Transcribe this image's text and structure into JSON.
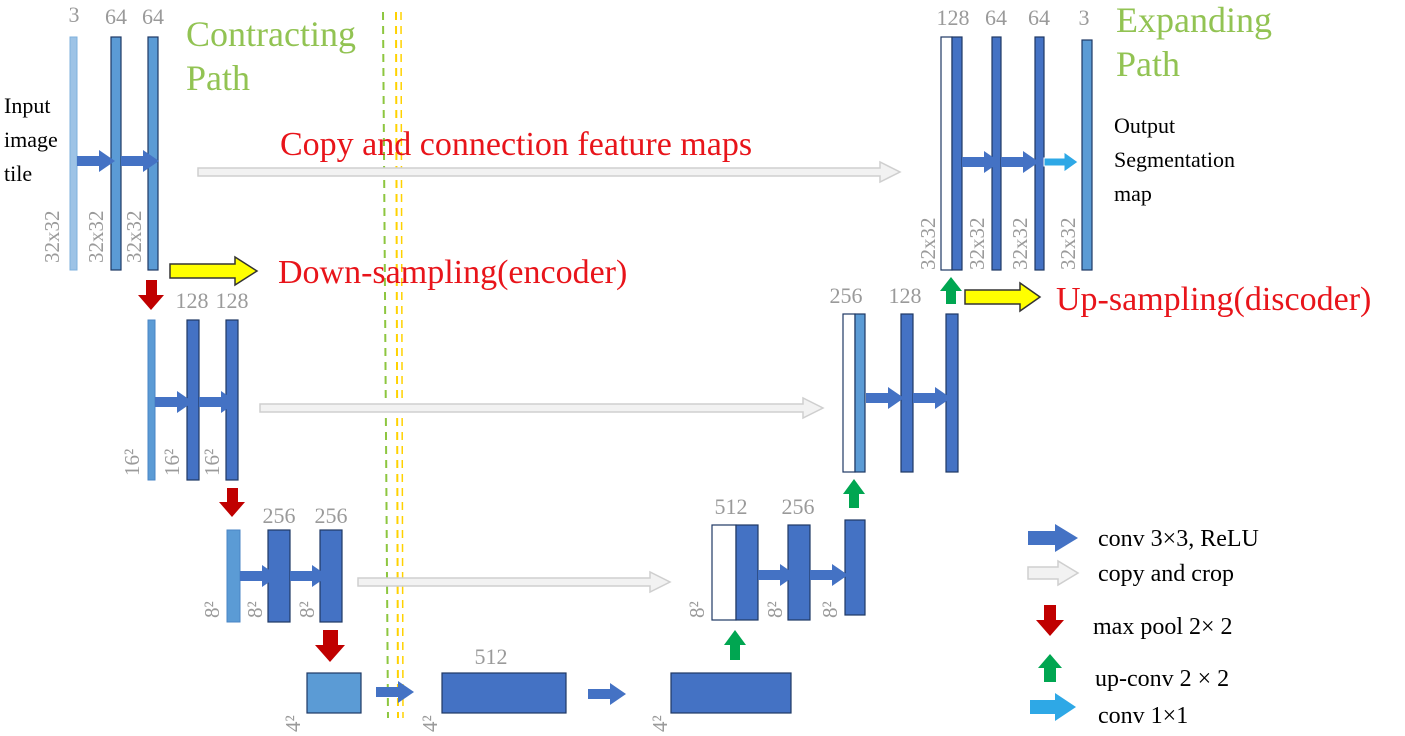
{
  "titles": {
    "contracting_line1": "Contracting",
    "contracting_line2": "Path",
    "expanding_line1": "Expanding",
    "expanding_line2": "Path"
  },
  "annotations": {
    "copy_connection": "Copy and connection feature maps",
    "down_sampling": "Down-sampling(encoder)",
    "up_sampling": "Up-sampling(discoder)"
  },
  "input_label": [
    "Input",
    "image",
    "tile"
  ],
  "output_label": [
    "Output",
    "Segmentation",
    "map"
  ],
  "channels": {
    "e1a": "3",
    "e1b": "64",
    "e1c": "64",
    "e2b": "128",
    "e2c": "128",
    "e3b": "256",
    "e3c": "256",
    "bottleneck": "512",
    "d3a": "512",
    "d3b": "256",
    "d2a": "256",
    "d2b": "128",
    "d1a": "128",
    "d1b": "64",
    "d1c": "64",
    "d1d": "3"
  },
  "dims": {
    "e1a": "32x32",
    "e1b": "32x32",
    "e1c": "32x32",
    "e2a": "16²",
    "e2b": "16²",
    "e2c": "16²",
    "e3a": "8²",
    "e3b": "8²",
    "e3c": "8²",
    "b1": "4²",
    "b2": "4²",
    "b3": "4²",
    "d3a": "8²",
    "d3b": "8²",
    "d3c": "8²",
    "d1a": "32x32",
    "d1b": "32x32",
    "d1c": "32x32",
    "d1d": "32x32"
  },
  "legend": {
    "conv": "conv 3×3, ReLU",
    "copy": "copy and crop",
    "maxpool": "max pool 2× 2",
    "upconv": "up-conv 2 × 2",
    "conv1": "conv 1×1"
  },
  "colors": {
    "dark_blue": "#4472c4",
    "light_blue": "#5b9bd5",
    "pale_blue": "#9dc3e6",
    "red_arrow": "#c00000",
    "green_arrow": "#00a651",
    "cyan_arrow": "#2ea8e6",
    "yellow_arrow": "#ffff00",
    "gray_arrow": "#e8e8e8",
    "title_green": "#92c353",
    "annotation_red": "#e8141a"
  }
}
